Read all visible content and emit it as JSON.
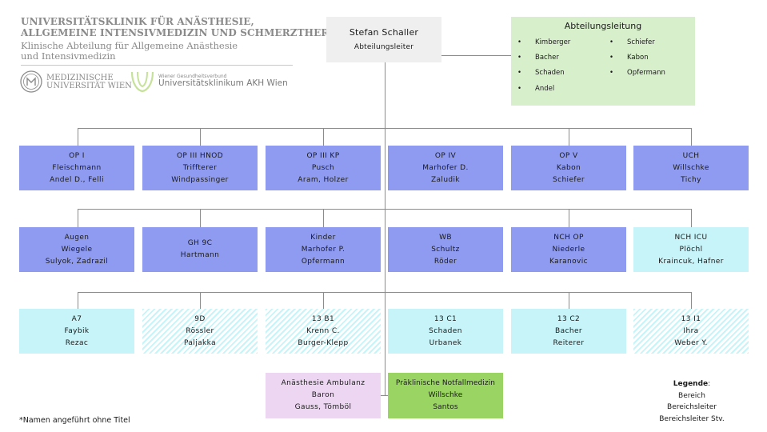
{
  "header": {
    "title_line1": "UNIVERSITÄTSKLINIK FÜR ANÄSTHESIE,",
    "title_line2": "ALLGEMEINE INTENSIVMEDIZIN UND SCHMERZTHERAPIE",
    "subtitle_line1": "Klinische Abteilung für Allgemeine Anästhesie",
    "subtitle_line2": "und Intensivmedizin",
    "logo_mu_line1": "MEDIZINISCHE",
    "logo_mu_line2": "UNIVERSITÄT WIEN",
    "logo_akh_small": "Wiener Gesundheitsverbund",
    "logo_akh_large": "Universitätsklinikum AKH Wien"
  },
  "head": {
    "name": "Stefan Schaller",
    "role": "Abteilungsleiter"
  },
  "leadership": {
    "title": "Abteilungsleitung",
    "col1": [
      "Kimberger",
      "Bacher",
      "Schaden",
      "Andel"
    ],
    "col2": [
      "Schiefer",
      "Kabon",
      "Opfermann"
    ]
  },
  "row1": [
    {
      "title": "OP I",
      "l1": "Fleischmann",
      "l2": "Andel D., Felli"
    },
    {
      "title": "OP III HNOD",
      "l1": "Triffterer",
      "l2": "Windpassinger"
    },
    {
      "title": "OP III KP",
      "l1": "Pusch",
      "l2": "Aram, Holzer"
    },
    {
      "title": "OP IV",
      "l1": "Marhofer D.",
      "l2": "Zaludik"
    },
    {
      "title": "OP V",
      "l1": "Kabon",
      "l2": "Schiefer"
    },
    {
      "title": "UCH",
      "l1": "Willschke",
      "l2": "Tichy"
    }
  ],
  "row2": [
    {
      "title": "Augen",
      "l1": "Wiegele",
      "l2": "Sulyok, Zadrazil"
    },
    {
      "title": "GH 9C",
      "l1": "Hartmann",
      "l2": ""
    },
    {
      "title": "Kinder",
      "l1": "Marhofer P.",
      "l2": "Opfermann"
    },
    {
      "title": "WB",
      "l1": "Schultz",
      "l2": "Röder"
    },
    {
      "title": "NCH OP",
      "l1": "Niederle",
      "l2": "Karanovic"
    },
    {
      "title": "NCH ICU",
      "l1": "Plöchl",
      "l2": "Kraincuk, Hafner"
    }
  ],
  "row3": [
    {
      "title": "A7",
      "l1": "Faybik",
      "l2": "Rezac"
    },
    {
      "title": "9D",
      "l1": "Rössler",
      "l2": "Paljakka"
    },
    {
      "title": "13 B1",
      "l1": "Krenn C.",
      "l2": "Burger-Klepp"
    },
    {
      "title": "13 C1",
      "l1": "Schaden",
      "l2": "Urbanek"
    },
    {
      "title": "13 C2",
      "l1": "Bacher",
      "l2": "Reiterer"
    },
    {
      "title": "13 I1",
      "l1": "Ihra",
      "l2": "Weber Y."
    }
  ],
  "row4": [
    {
      "title": "Anästhesie Ambulanz",
      "l1": "Baron",
      "l2": "Gauss, Tömböl"
    },
    {
      "title": "Präklinische Notfallmedizin",
      "l1": "Willschke",
      "l2": "Santos"
    }
  ],
  "legend": {
    "title": "Legende",
    "colon": ":",
    "items": [
      "Bereich",
      "Bereichsleiter",
      "Bereichsleiter Stv."
    ]
  },
  "footnote": "*Namen angeführt ohne Titel",
  "colors": {
    "blue": "#8e9bf1",
    "cyan": "#c6f4f9",
    "pink": "#ecd6f1",
    "green": "#9ad463",
    "leadership_bg": "#d8efcc",
    "connector": "#8c8c8c"
  }
}
